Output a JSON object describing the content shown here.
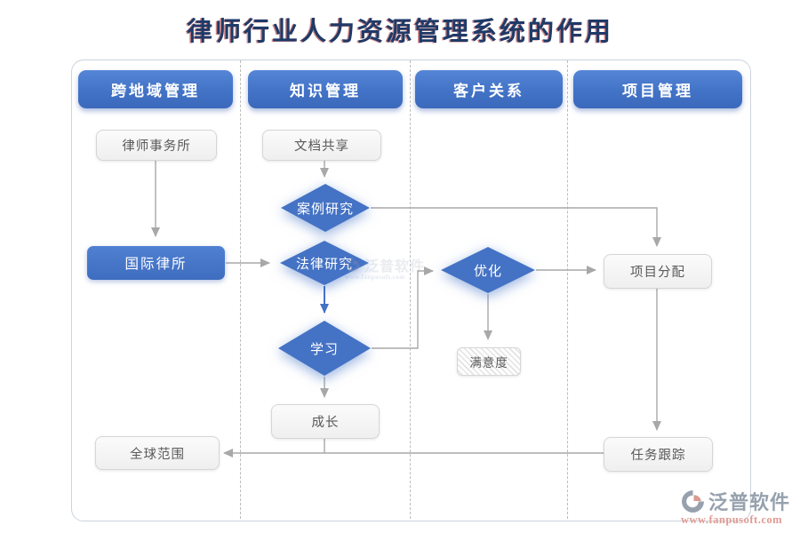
{
  "title": "律师行业人力资源管理系统的作用",
  "columns": [
    {
      "header": "跨地域管理"
    },
    {
      "header": "知识管理"
    },
    {
      "header": "客户关系"
    },
    {
      "header": "项目管理"
    }
  ],
  "nodes": {
    "law_firm": "律师事务所",
    "international_firm": "国际律所",
    "global_scope": "全球范围",
    "doc_sharing": "文档共享",
    "case_study": "案例研究",
    "legal_research": "法律研究",
    "learning": "学习",
    "growth": "成长",
    "optimization": "优化",
    "satisfaction": "满意度",
    "project_allocation": "项目分配",
    "task_tracking": "任务跟踪"
  },
  "watermark": {
    "brand": "泛普软件",
    "url": "www.fanpusoft.com"
  },
  "colors": {
    "accent_blue": "#4472c4",
    "arrow_gray": "#a8a8a8",
    "title_navy": "#1f3a68",
    "box_fill": "#f3f3f3",
    "watermark_gray": "#97a1ae",
    "watermark_red": "#e09a92"
  }
}
